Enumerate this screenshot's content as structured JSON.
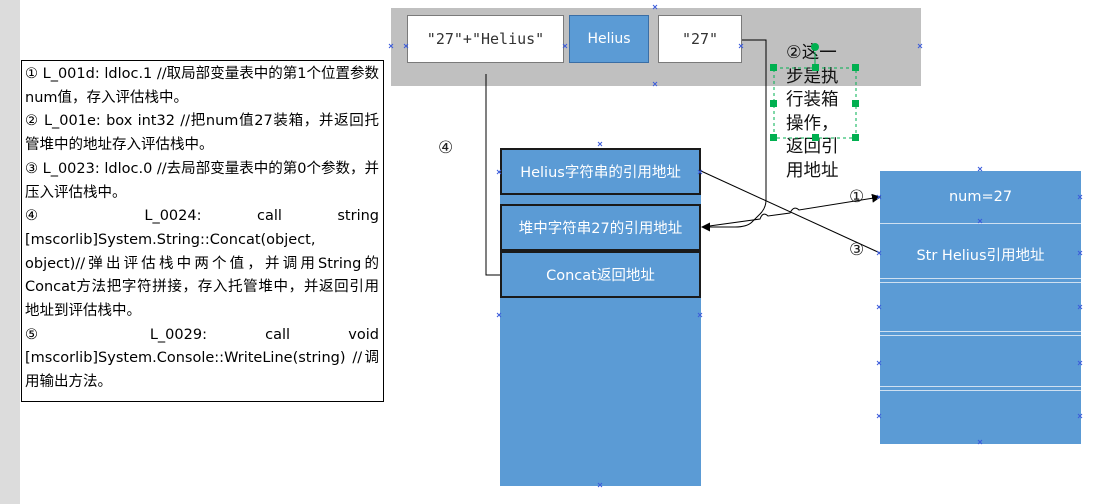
{
  "notes": [
    "① L_001d: ldloc.1 //取局部变量表中的第1个位置参数num值，存入评估栈中。",
    "② L_001e: box int32 //把num值27装箱，并返回托管堆中的地址存入评估栈中。",
    "③ L_0023: ldloc.0 //去局部变量表中的第0个参数，并压入评估栈中。",
    "④ L_0024: call string [mscorlib]System.String::Concat(object, object)//弹出评估栈中两个值，并调用String的Concat方法把字符拼接，存入托管堆中，并返回引用地址到评估栈中。",
    "⑤ L_0029: call void [mscorlib]System.Console::WriteLine(string) //调用输出方法。"
  ],
  "heap": {
    "concat_result": "\"27\"+\"Helius\"",
    "helius": "Helius",
    "boxed": "\"27\""
  },
  "eval_stack": [
    "Helius字符串的引用地址",
    "堆中字符串27的引用地址",
    "Concat返回地址"
  ],
  "locals": [
    "num=27",
    "Str  Helius引用地址"
  ],
  "step_labels": {
    "one": "①",
    "three": "③",
    "four": "④"
  },
  "annotation": "②这一步是执行装箱操作，返回引用地址",
  "colors": {
    "cell_blue": "#5b9bd5",
    "heap_bar": "#c0c0c0",
    "selection_green": "#00b050"
  }
}
